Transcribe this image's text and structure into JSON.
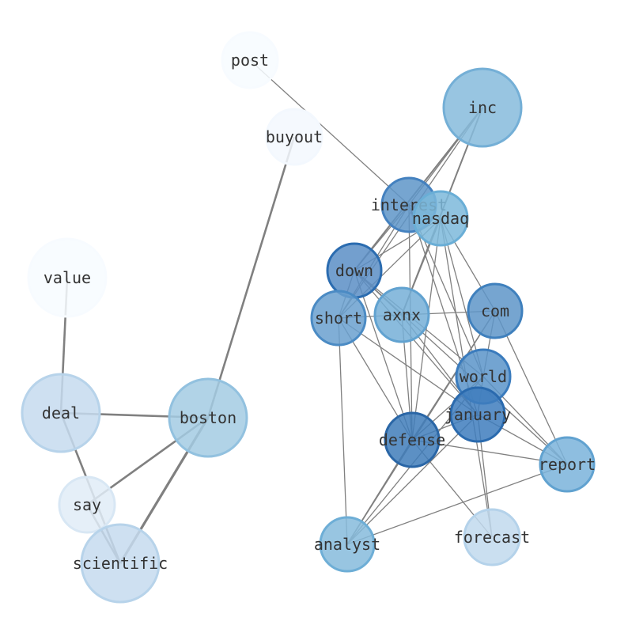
{
  "nodes": [
    {
      "id": "post",
      "label": "post",
      "fill": "#f7fbff",
      "stroke": "#f7fbff"
    },
    {
      "id": "inc",
      "label": "inc",
      "fill": "#86bbdc",
      "stroke": "#74afd6"
    },
    {
      "id": "buyout",
      "label": "buyout",
      "fill": "#f3f8fe",
      "stroke": "#f3f8fe"
    },
    {
      "id": "interest",
      "label": "interest",
      "fill": "#5e95c8",
      "stroke": "#4481bf"
    },
    {
      "id": "nasdaq",
      "label": "nasdaq",
      "fill": "#7db8da",
      "stroke": "#6aaed6"
    },
    {
      "id": "value",
      "label": "value",
      "fill": "#f7fbff",
      "stroke": "#f7fbff"
    },
    {
      "id": "down",
      "label": "down",
      "fill": "#5b8ec5",
      "stroke": "#2b6cb0"
    },
    {
      "id": "short",
      "label": "short",
      "fill": "#6aa0cf",
      "stroke": "#4b8bc4"
    },
    {
      "id": "axnx",
      "label": "axnx",
      "fill": "#75afd7",
      "stroke": "#61a2d0"
    },
    {
      "id": "com",
      "label": "com",
      "fill": "#5e95c8",
      "stroke": "#3f80bd"
    },
    {
      "id": "world",
      "label": "world",
      "fill": "#5b94c9",
      "stroke": "#3a7bbd"
    },
    {
      "id": "deal",
      "label": "deal",
      "fill": "#c5dbee",
      "stroke": "#b7d3ea"
    },
    {
      "id": "boston",
      "label": "boston",
      "fill": "#a3cbe3",
      "stroke": "#92c1df"
    },
    {
      "id": "january",
      "label": "january",
      "fill": "#3e7dbd",
      "stroke": "#2a6aae"
    },
    {
      "id": "defense",
      "label": "defense",
      "fill": "#3f7cba",
      "stroke": "#2a66a6"
    },
    {
      "id": "report",
      "label": "report",
      "fill": "#7ab3da",
      "stroke": "#61a2d0"
    },
    {
      "id": "say",
      "label": "say",
      "fill": "#e1ecf7",
      "stroke": "#d8e7f4"
    },
    {
      "id": "forecast",
      "label": "forecast",
      "fill": "#c1d9ed",
      "stroke": "#b4d2ea"
    },
    {
      "id": "analyst",
      "label": "analyst",
      "fill": "#86bbdc",
      "stroke": "#6eaed6"
    },
    {
      "id": "scientific",
      "label": "scientific",
      "fill": "#c5dbee",
      "stroke": "#b7d3ea"
    }
  ],
  "edges": [
    {
      "source": "post",
      "target": "interest",
      "weight": 1.3
    },
    {
      "source": "buyout",
      "target": "boston",
      "weight": 2.6
    },
    {
      "source": "value",
      "target": "deal",
      "weight": 2.6
    },
    {
      "source": "deal",
      "target": "boston",
      "weight": 2.6
    },
    {
      "source": "deal",
      "target": "scientific",
      "weight": 2.6
    },
    {
      "source": "boston",
      "target": "say",
      "weight": 2.6
    },
    {
      "source": "boston",
      "target": "scientific",
      "weight": 3.2
    },
    {
      "source": "say",
      "target": "scientific",
      "weight": 2.6
    },
    {
      "source": "inc",
      "target": "interest",
      "weight": 1.3
    },
    {
      "source": "inc",
      "target": "down",
      "weight": 2.0
    },
    {
      "source": "inc",
      "target": "short",
      "weight": 1.3
    },
    {
      "source": "inc",
      "target": "axnx",
      "weight": 2.0
    },
    {
      "source": "interest",
      "target": "nasdaq",
      "weight": 1.3
    },
    {
      "source": "interest",
      "target": "down",
      "weight": 1.3
    },
    {
      "source": "interest",
      "target": "short",
      "weight": 1.3
    },
    {
      "source": "interest",
      "target": "world",
      "weight": 1.3
    },
    {
      "source": "interest",
      "target": "defense",
      "weight": 1.3
    },
    {
      "source": "interest",
      "target": "january",
      "weight": 1.3
    },
    {
      "source": "nasdaq",
      "target": "down",
      "weight": 1.3
    },
    {
      "source": "nasdaq",
      "target": "short",
      "weight": 1.3
    },
    {
      "source": "nasdaq",
      "target": "axnx",
      "weight": 1.3
    },
    {
      "source": "nasdaq",
      "target": "com",
      "weight": 1.3
    },
    {
      "source": "nasdaq",
      "target": "defense",
      "weight": 1.3
    },
    {
      "source": "nasdaq",
      "target": "world",
      "weight": 1.3
    },
    {
      "source": "nasdaq",
      "target": "forecast",
      "weight": 1.3
    },
    {
      "source": "down",
      "target": "axnx",
      "weight": 1.3
    },
    {
      "source": "down",
      "target": "short",
      "weight": 1.3
    },
    {
      "source": "down",
      "target": "world",
      "weight": 1.3
    },
    {
      "source": "down",
      "target": "january",
      "weight": 1.3
    },
    {
      "source": "down",
      "target": "defense",
      "weight": 1.3
    },
    {
      "source": "down",
      "target": "report",
      "weight": 1.3
    },
    {
      "source": "short",
      "target": "axnx",
      "weight": 1.3
    },
    {
      "source": "short",
      "target": "january",
      "weight": 1.3
    },
    {
      "source": "short",
      "target": "defense",
      "weight": 1.3
    },
    {
      "source": "short",
      "target": "analyst",
      "weight": 1.3
    },
    {
      "source": "axnx",
      "target": "com",
      "weight": 1.3
    },
    {
      "source": "axnx",
      "target": "defense",
      "weight": 1.3
    },
    {
      "source": "axnx",
      "target": "january",
      "weight": 1.3
    },
    {
      "source": "com",
      "target": "world",
      "weight": 1.3
    },
    {
      "source": "com",
      "target": "defense",
      "weight": 1.3
    },
    {
      "source": "com",
      "target": "report",
      "weight": 1.3
    },
    {
      "source": "com",
      "target": "analyst",
      "weight": 1.3
    },
    {
      "source": "world",
      "target": "january",
      "weight": 1.3
    },
    {
      "source": "world",
      "target": "defense",
      "weight": 1.3
    },
    {
      "source": "world",
      "target": "report",
      "weight": 1.3
    },
    {
      "source": "world",
      "target": "analyst",
      "weight": 1.3
    },
    {
      "source": "january",
      "target": "defense",
      "weight": 1.3
    },
    {
      "source": "january",
      "target": "report",
      "weight": 1.3
    },
    {
      "source": "january",
      "target": "forecast",
      "weight": 1.3
    },
    {
      "source": "january",
      "target": "analyst",
      "weight": 1.3
    },
    {
      "source": "defense",
      "target": "report",
      "weight": 1.3
    },
    {
      "source": "defense",
      "target": "forecast",
      "weight": 1.3
    },
    {
      "source": "defense",
      "target": "analyst",
      "weight": 1.6
    },
    {
      "source": "report",
      "target": "analyst",
      "weight": 1.3
    }
  ]
}
